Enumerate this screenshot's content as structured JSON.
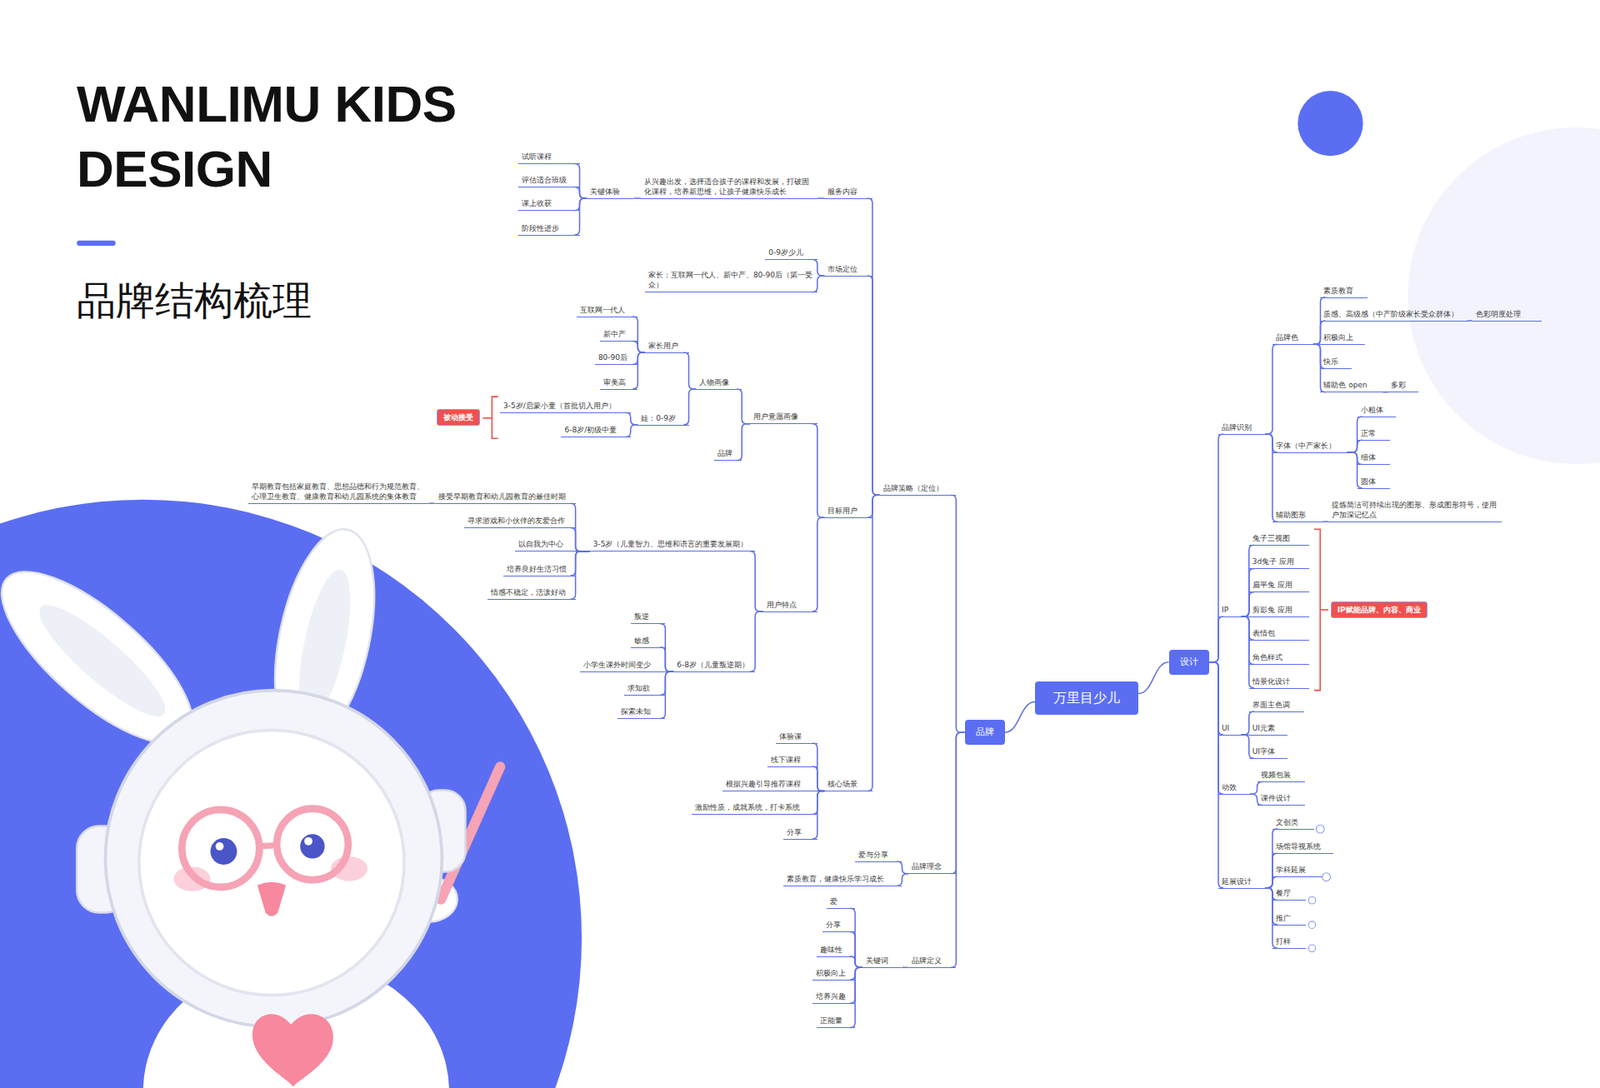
{
  "diagram": {
    "title": "WANLIMU KIDS DESIGN",
    "nodes": [
      {
        "text": [
          "万里目少儿"
        ]
      },
      {
        "text": [
          "品牌"
        ]
      },
      {
        "text": [
          "品牌策略（定位）"
        ]
      },
      {
        "text": [
          "服务内容"
        ]
      },
      {
        "text": [
          "从兴趣出发，选择适合孩子的课程和发展，打破固化课程，培养新思维，让孩子健康快乐成长"
        ]
      },
      {
        "text": [
          "关键体验"
        ]
      },
      {
        "text": [
          "试听课程"
        ]
      },
      {
        "text": [
          "评估适合班级"
        ]
      },
      {
        "text": [
          "课上收获"
        ]
      },
      {
        "text": [
          "阶段性进步"
        ]
      },
      {
        "text": [
          "市场定位"
        ]
      },
      {
        "text": [
          "0-9岁少儿"
        ]
      },
      {
        "text": [
          "家长：互联网一代人、新中产、80-90后（第一受众）"
        ]
      },
      {
        "text": [
          "目标用户"
        ]
      },
      {
        "text": [
          "用户意愿画像"
        ]
      },
      {
        "text": [
          "人物画像"
        ]
      },
      {
        "text": [
          "家长用户"
        ]
      },
      {
        "text": [
          "互联网一代人"
        ]
      },
      {
        "text": [
          "新中产"
        ]
      },
      {
        "text": [
          "80-90后"
        ]
      },
      {
        "text": [
          "审美高"
        ]
      },
      {
        "text": [
          "娃：0-9岁"
        ]
      },
      {
        "text": [
          "3-5岁/启蒙小童（首批切入用户）"
        ]
      },
      {
        "text": [
          "6-8岁/初级中童"
        ]
      },
      {
        "text": [
          "被动接受"
        ]
      },
      {
        "text": [
          "品牌"
        ]
      },
      {
        "text": [
          "用户特点"
        ]
      },
      {
        "text": [
          "3-5岁（儿童智力、思维和语言的重要发展期）"
        ]
      },
      {
        "text": [
          "接受早期教育和幼儿园教育的最佳时期"
        ]
      },
      {
        "text": [
          "早期教育包括家庭教育、思想品德和行为规范教育、心理卫生教育、健康教育和幼儿园系统的集体教育"
        ]
      },
      {
        "text": [
          "寻求游戏和小伙伴的友爱合作"
        ]
      },
      {
        "text": [
          "以自我为中心"
        ]
      },
      {
        "text": [
          "培养良好生活习惯"
        ]
      },
      {
        "text": [
          "情感不稳定，活泼好动"
        ]
      },
      {
        "text": [
          "6-8岁（儿童叛逆期）"
        ]
      },
      {
        "text": [
          "叛逆"
        ]
      },
      {
        "text": [
          "敏感"
        ]
      },
      {
        "text": [
          "小学生课外时间变少"
        ]
      },
      {
        "text": [
          "求知欲"
        ]
      },
      {
        "text": [
          "探索未知"
        ]
      },
      {
        "text": [
          "核心场景"
        ]
      },
      {
        "text": [
          "体验课"
        ]
      },
      {
        "text": [
          "线下课程"
        ]
      },
      {
        "text": [
          "根据兴趣引导推荐课程"
        ]
      },
      {
        "text": [
          "激励性质，成就系统，打卡系统"
        ]
      },
      {
        "text": [
          "分享"
        ]
      },
      {
        "text": [
          "品牌理念"
        ]
      },
      {
        "text": [
          "爱与分享"
        ]
      },
      {
        "text": [
          "素质教育，健康快乐学习成长"
        ]
      },
      {
        "text": [
          "品牌定义"
        ]
      },
      {
        "text": [
          "关键词"
        ]
      },
      {
        "text": [
          "爱"
        ]
      },
      {
        "text": [
          "分享"
        ]
      },
      {
        "text": [
          "趣味性"
        ]
      },
      {
        "text": [
          "积极向上"
        ]
      },
      {
        "text": [
          "培养兴趣"
        ]
      },
      {
        "text": [
          "正能量"
        ]
      },
      {
        "text": [
          "设计"
        ]
      },
      {
        "text": [
          "品牌识别"
        ]
      },
      {
        "text": [
          "品牌色"
        ]
      },
      {
        "text": [
          "素质教育"
        ]
      },
      {
        "text": [
          "质感、高级感（中产阶级家长受众群体）"
        ]
      },
      {
        "text": [
          "色彩明度处理"
        ]
      },
      {
        "text": [
          "积极向上"
        ]
      },
      {
        "text": [
          "快乐"
        ]
      },
      {
        "text": [
          "辅助色 open"
        ]
      },
      {
        "text": [
          "多彩"
        ]
      },
      {
        "text": [
          "字体（中产家长）"
        ]
      },
      {
        "text": [
          "小粗体"
        ]
      },
      {
        "text": [
          "正常"
        ]
      },
      {
        "text": [
          "细体"
        ]
      },
      {
        "text": [
          "圆体"
        ]
      },
      {
        "text": [
          "辅助图形"
        ]
      },
      {
        "text": [
          "提炼简洁可持续出现的图形、形成图形符号，使用户加深记忆点"
        ]
      },
      {
        "text": [
          "IP"
        ]
      },
      {
        "text": [
          "兔子三视图"
        ]
      },
      {
        "text": [
          "3d兔子 应用"
        ]
      },
      {
        "text": [
          "扁平兔 应用"
        ]
      },
      {
        "text": [
          "剪影兔 应用"
        ]
      },
      {
        "text": [
          "表情包"
        ]
      },
      {
        "text": [
          "角色样式"
        ]
      },
      {
        "text": [
          "情景化设计"
        ]
      },
      {
        "text": [
          "IP赋能品牌、内容、商业"
        ]
      },
      {
        "text": [
          "UI"
        ]
      },
      {
        "text": [
          "界面主色调"
        ]
      },
      {
        "text": [
          "UI元素"
        ]
      },
      {
        "text": [
          "UI字体"
        ]
      },
      {
        "text": [
          "动效"
        ]
      },
      {
        "text": [
          "视频包装"
        ]
      },
      {
        "text": [
          "课件设计"
        ]
      },
      {
        "text": [
          "延展设计"
        ]
      },
      {
        "text": [
          "文创类"
        ]
      },
      {
        "text": [
          "场馆导视系统"
        ]
      },
      {
        "text": [
          "学科延展"
        ]
      },
      {
        "text": [
          "餐厅"
        ]
      },
      {
        "text": [
          "推广"
        ]
      },
      {
        "text": [
          "打样"
        ]
      }
    ],
    "edges": [
      {
        "from": 0,
        "to": 1,
        "arrow": "none"
      },
      {
        "from": 1,
        "to": 2,
        "arrow": "none"
      },
      {
        "from": 2,
        "to": 3,
        "arrow": "none"
      },
      {
        "from": 3,
        "to": 4,
        "arrow": "none"
      },
      {
        "from": 4,
        "to": 5,
        "arrow": "none"
      },
      {
        "from": 5,
        "to": 6,
        "arrow": "none"
      },
      {
        "from": 5,
        "to": 7,
        "arrow": "none"
      },
      {
        "from": 5,
        "to": 8,
        "arrow": "none"
      },
      {
        "from": 5,
        "to": 9,
        "arrow": "none"
      },
      {
        "from": 2,
        "to": 10,
        "arrow": "none"
      },
      {
        "from": 10,
        "to": 11,
        "arrow": "none"
      },
      {
        "from": 10,
        "to": 12,
        "arrow": "none"
      },
      {
        "from": 2,
        "to": 13,
        "arrow": "none"
      },
      {
        "from": 13,
        "to": 14,
        "arrow": "none"
      },
      {
        "from": 14,
        "to": 15,
        "arrow": "none"
      },
      {
        "from": 15,
        "to": 16,
        "arrow": "none"
      },
      {
        "from": 16,
        "to": 17,
        "arrow": "none"
      },
      {
        "from": 16,
        "to": 18,
        "arrow": "none"
      },
      {
        "from": 16,
        "to": 19,
        "arrow": "none"
      },
      {
        "from": 16,
        "to": 20,
        "arrow": "none"
      },
      {
        "from": 15,
        "to": 21,
        "arrow": "none"
      },
      {
        "from": 21,
        "to": 22,
        "arrow": "none"
      },
      {
        "from": 21,
        "to": 23,
        "arrow": "none"
      },
      {
        "from": 14,
        "to": 25,
        "arrow": "none"
      },
      {
        "from": 13,
        "to": 26,
        "arrow": "none"
      },
      {
        "from": 26,
        "to": 27,
        "arrow": "none"
      },
      {
        "from": 27,
        "to": 28,
        "arrow": "none"
      },
      {
        "from": 28,
        "to": 29,
        "arrow": "none"
      },
      {
        "from": 27,
        "to": 30,
        "arrow": "none"
      },
      {
        "from": 27,
        "to": 31,
        "arrow": "none"
      },
      {
        "from": 27,
        "to": 32,
        "arrow": "none"
      },
      {
        "from": 27,
        "to": 33,
        "arrow": "none"
      },
      {
        "from": 26,
        "to": 34,
        "arrow": "none"
      },
      {
        "from": 34,
        "to": 35,
        "arrow": "none"
      },
      {
        "from": 34,
        "to": 36,
        "arrow": "none"
      },
      {
        "from": 34,
        "to": 37,
        "arrow": "none"
      },
      {
        "from": 34,
        "to": 38,
        "arrow": "none"
      },
      {
        "from": 34,
        "to": 39,
        "arrow": "none"
      },
      {
        "from": 2,
        "to": 40,
        "arrow": "none"
      },
      {
        "from": 40,
        "to": 41,
        "arrow": "none"
      },
      {
        "from": 40,
        "to": 42,
        "arrow": "none"
      },
      {
        "from": 40,
        "to": 43,
        "arrow": "none"
      },
      {
        "from": 40,
        "to": 44,
        "arrow": "none"
      },
      {
        "from": 40,
        "to": 45,
        "arrow": "none"
      },
      {
        "from": 1,
        "to": 46,
        "arrow": "none"
      },
      {
        "from": 46,
        "to": 47,
        "arrow": "none"
      },
      {
        "from": 46,
        "to": 48,
        "arrow": "none"
      },
      {
        "from": 1,
        "to": 49,
        "arrow": "none"
      },
      {
        "from": 49,
        "to": 50,
        "arrow": "none"
      },
      {
        "from": 50,
        "to": 51,
        "arrow": "none"
      },
      {
        "from": 50,
        "to": 52,
        "arrow": "none"
      },
      {
        "from": 50,
        "to": 53,
        "arrow": "none"
      },
      {
        "from": 50,
        "to": 54,
        "arrow": "none"
      },
      {
        "from": 50,
        "to": 55,
        "arrow": "none"
      },
      {
        "from": 50,
        "to": 56,
        "arrow": "none"
      },
      {
        "from": 0,
        "to": 57,
        "arrow": "none"
      },
      {
        "from": 57,
        "to": 58,
        "arrow": "none"
      },
      {
        "from": 58,
        "to": 59,
        "arrow": "none"
      },
      {
        "from": 59,
        "to": 60,
        "arrow": "none"
      },
      {
        "from": 59,
        "to": 61,
        "arrow": "none"
      },
      {
        "from": 61,
        "to": 62,
        "arrow": "none"
      },
      {
        "from": 59,
        "to": 63,
        "arrow": "none"
      },
      {
        "from": 59,
        "to": 64,
        "arrow": "none"
      },
      {
        "from": 59,
        "to": 65,
        "arrow": "none"
      },
      {
        "from": 65,
        "to": 66,
        "arrow": "none"
      },
      {
        "from": 58,
        "to": 67,
        "arrow": "none"
      },
      {
        "from": 67,
        "to": 68,
        "arrow": "none"
      },
      {
        "from": 67,
        "to": 69,
        "arrow": "none"
      },
      {
        "from": 67,
        "to": 70,
        "arrow": "none"
      },
      {
        "from": 67,
        "to": 71,
        "arrow": "none"
      },
      {
        "from": 58,
        "to": 72,
        "arrow": "none"
      },
      {
        "from": 72,
        "to": 73,
        "arrow": "none"
      },
      {
        "from": 57,
        "to": 74,
        "arrow": "none"
      },
      {
        "from": 74,
        "to": 75,
        "arrow": "none"
      },
      {
        "from": 74,
        "to": 76,
        "arrow": "none"
      },
      {
        "from": 74,
        "to": 77,
        "arrow": "none"
      },
      {
        "from": 74,
        "to": 78,
        "arrow": "none"
      },
      {
        "from": 74,
        "to": 79,
        "arrow": "none"
      },
      {
        "from": 74,
        "to": 80,
        "arrow": "none"
      },
      {
        "from": 74,
        "to": 81,
        "arrow": "none"
      },
      {
        "from": 57,
        "to": 83,
        "arrow": "none"
      },
      {
        "from": 83,
        "to": 84,
        "arrow": "none"
      },
      {
        "from": 83,
        "to": 85,
        "arrow": "none"
      },
      {
        "from": 83,
        "to": 86,
        "arrow": "none"
      },
      {
        "from": 57,
        "to": 87,
        "arrow": "none"
      },
      {
        "from": 87,
        "to": 88,
        "arrow": "none"
      },
      {
        "from": 87,
        "to": 89,
        "arrow": "none"
      },
      {
        "from": 57,
        "to": 90,
        "arrow": "none"
      },
      {
        "from": 90,
        "to": 91,
        "arrow": "none"
      },
      {
        "from": 90,
        "to": 92,
        "arrow": "none"
      },
      {
        "from": 90,
        "to": 93,
        "arrow": "none"
      },
      {
        "from": 90,
        "to": 94,
        "arrow": "none"
      },
      {
        "from": 90,
        "to": 95,
        "arrow": "none"
      },
      {
        "from": 90,
        "to": 96,
        "arrow": "none"
      }
    ],
    "labels": [
      "品牌结构梳理"
    ]
  }
}
